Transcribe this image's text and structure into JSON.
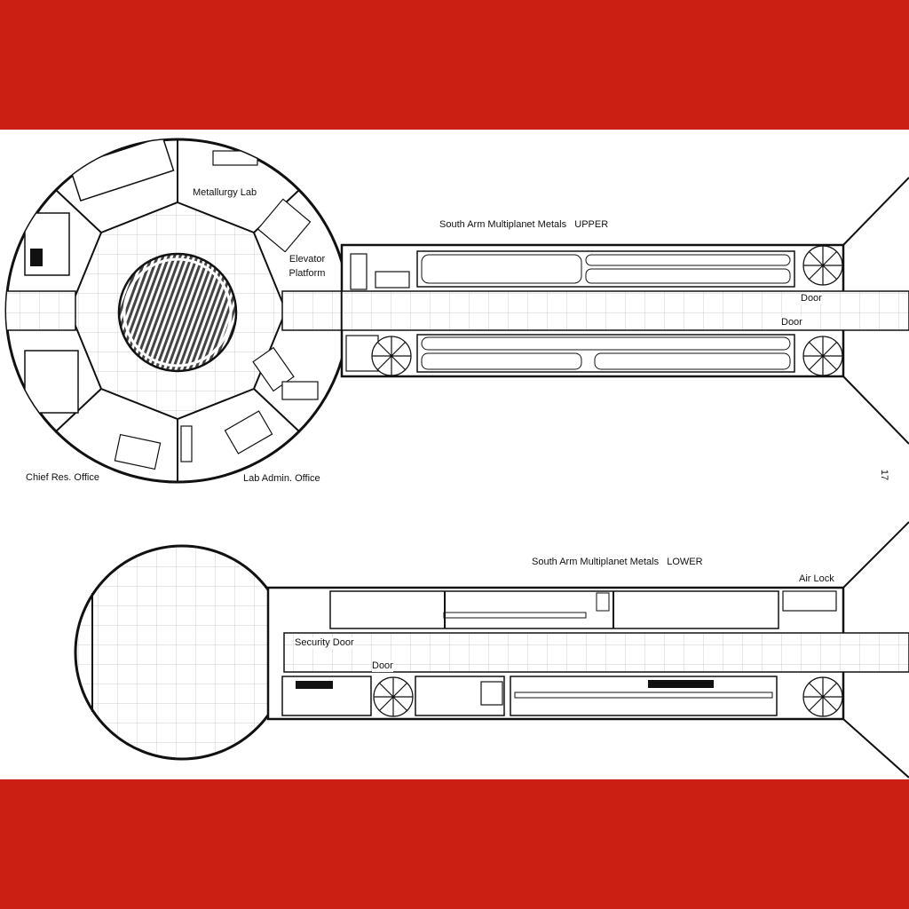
{
  "colors": {
    "band": "#cc1f14",
    "paper": "#ffffff",
    "ink": "#111111",
    "grid": "#c9c9c9",
    "shade": "#555555"
  },
  "upper": {
    "title": "South Arm Multiplanet Metals",
    "level": "UPPER",
    "rooms": {
      "metallurgy_lab": "Metallurgy Lab",
      "elevator_line1": "Elevator",
      "elevator_line2": "Platform",
      "chief_office": "Chief Res. Office",
      "admin_office": "Lab Admin. Office"
    },
    "door_upper": "Door",
    "door_lower": "Door"
  },
  "lower": {
    "title": "South Arm Multiplanet Metals",
    "level": "LOWER",
    "air_lock": "Air Lock",
    "security_door": "Security Door",
    "door": "Door"
  },
  "page_number": "17"
}
